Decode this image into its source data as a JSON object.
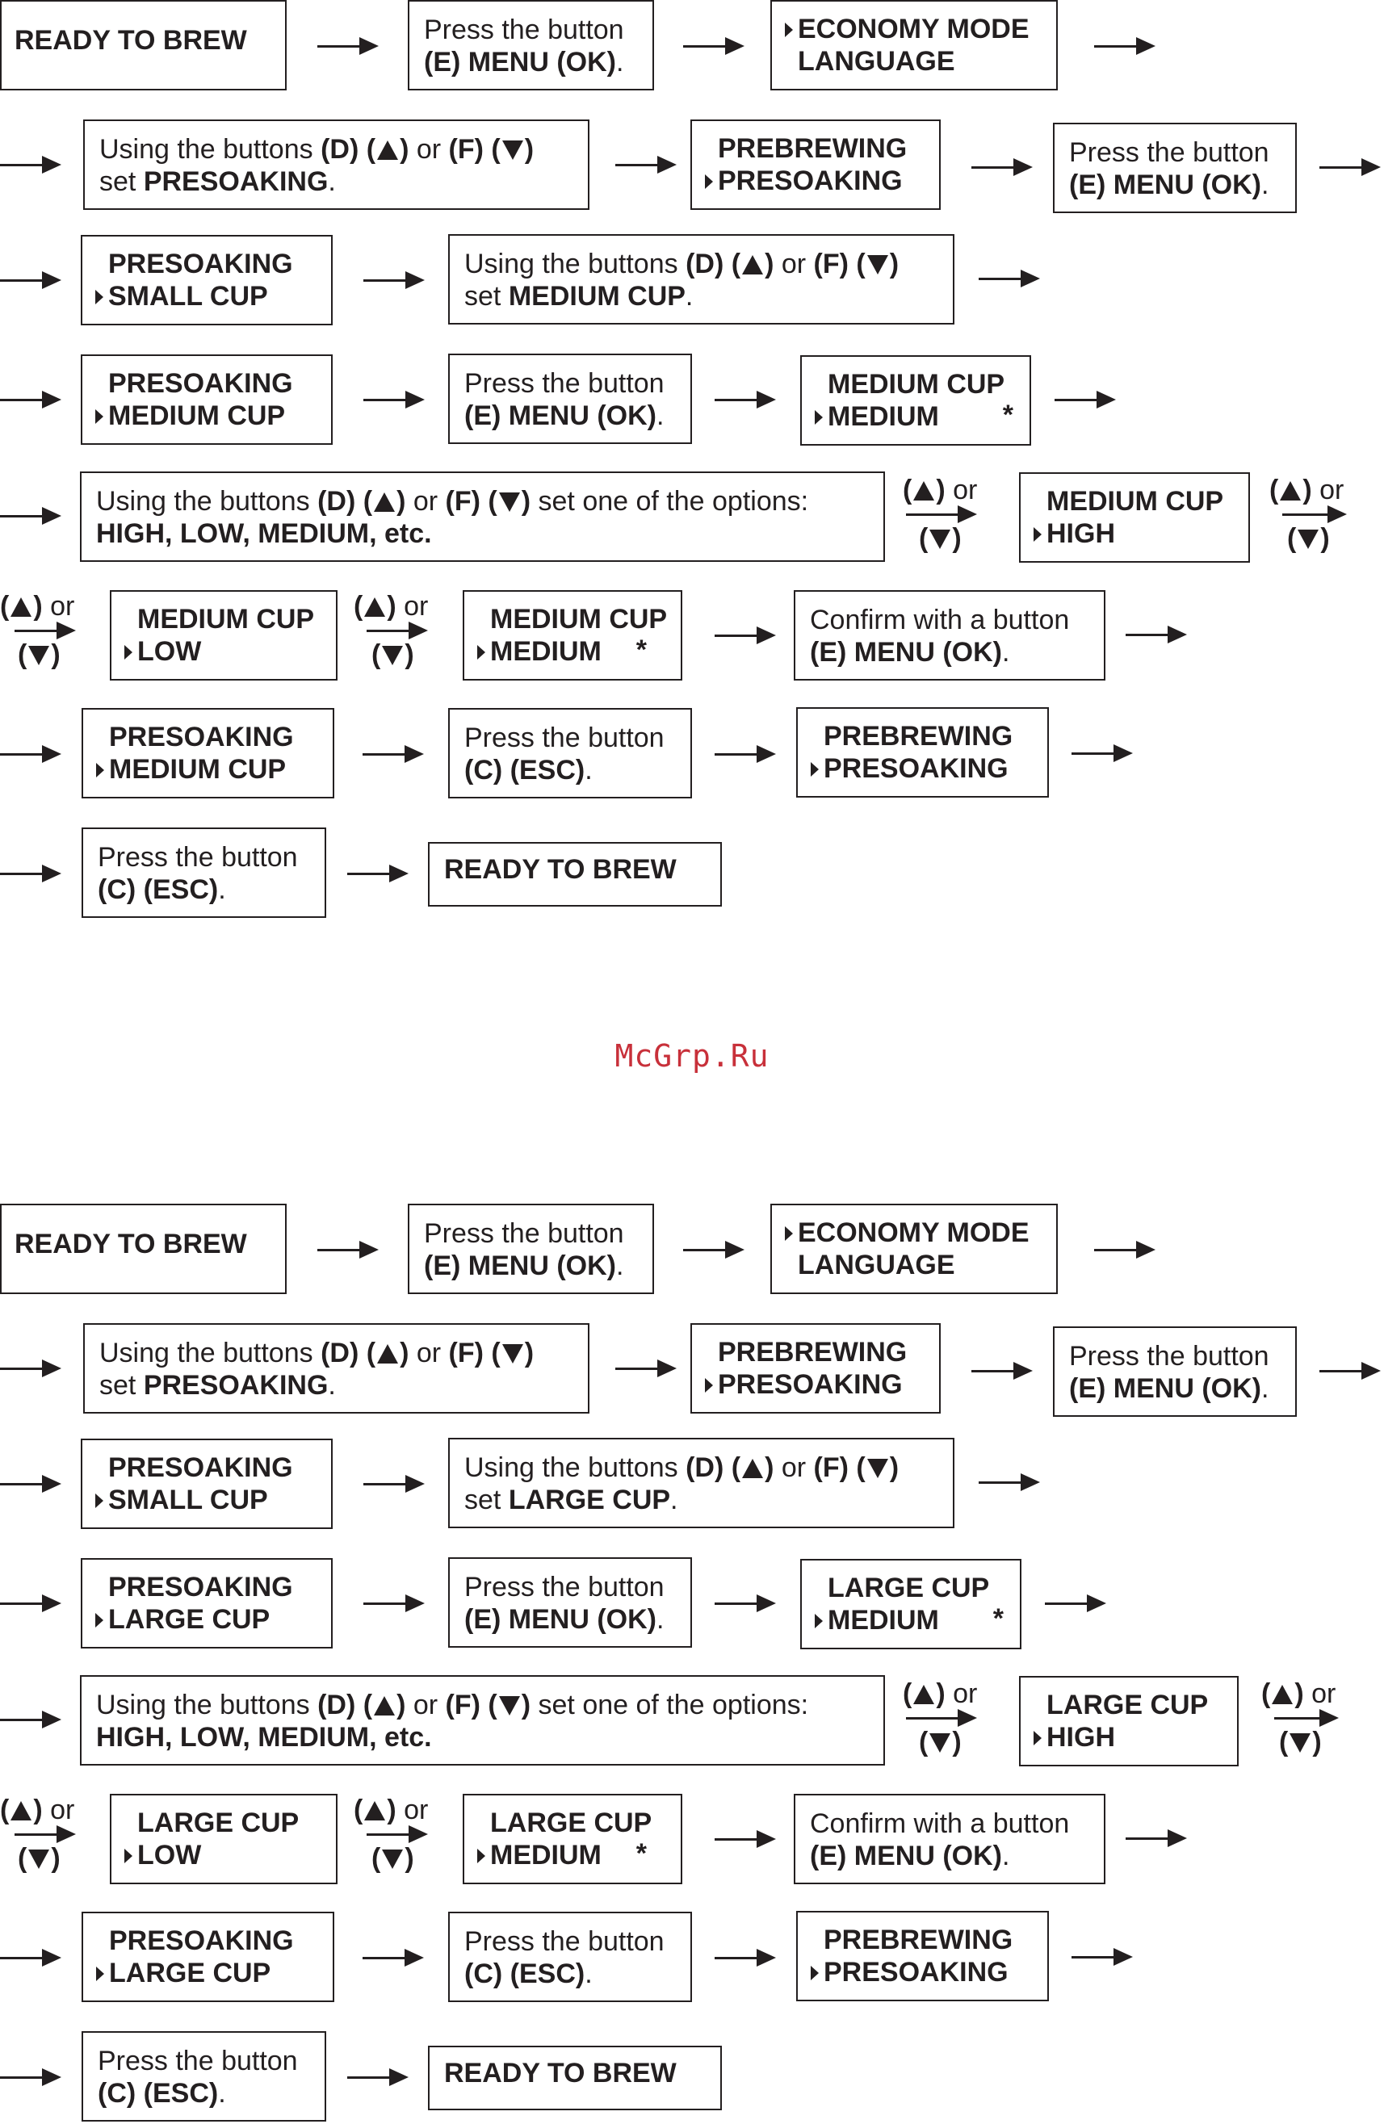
{
  "watermark": "McGrp.Ru",
  "common": {
    "ready_to_brew": "READY TO BREW",
    "press_the_button": "Press the button",
    "menu_ok": "(E) MENU (OK)",
    "esc": "(C) (ESC)",
    "economy_mode": "ECONOMY MODE",
    "language": "LANGUAGE",
    "prebrewing": "PREBREWING",
    "presoaking": "PRESOAKING",
    "using_the_buttons": "Using the buttons",
    "d_label": "(D)",
    "f_label": "(F)",
    "or": "or",
    "set": "set",
    "set_presoaking": "PRESOAKING",
    "small_cup": "SMALL CUP",
    "medium": "MEDIUM",
    "high": "HIGH",
    "low": "LOW",
    "star": "*",
    "options_text": "set one of the options:",
    "options_list": "HIGH, LOW, MEDIUM, etc.",
    "confirm": "Confirm with a button",
    "period": "."
  },
  "flows": [
    {
      "cup_upper": "MEDIUM CUP",
      "set_cup": "MEDIUM CUP"
    },
    {
      "cup_upper": "LARGE CUP",
      "set_cup": "LARGE CUP"
    }
  ]
}
